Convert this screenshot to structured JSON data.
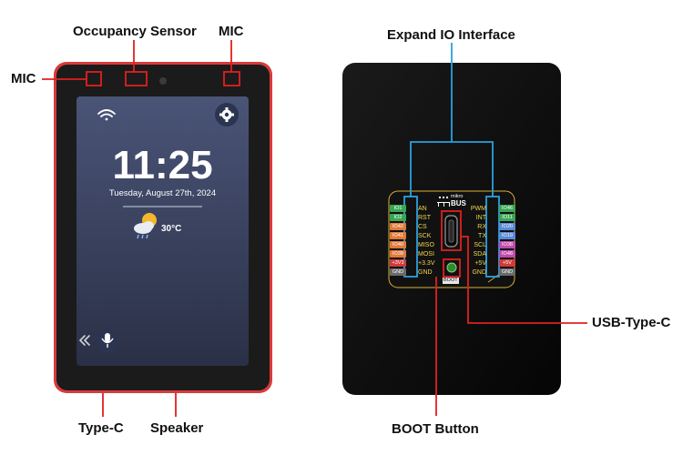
{
  "callouts": {
    "occupancy_sensor": "Occupancy Sensor",
    "mic_left": "MIC",
    "mic_right": "MIC",
    "type_c": "Type-C",
    "speaker": "Speaker",
    "expand_io": "Expand IO Interface",
    "usb_type_c": "USB-Type-C",
    "boot_button": "BOOT Button"
  },
  "screen": {
    "time": "11:25",
    "date": "Tuesday, August 27th, 2024",
    "temperature": "30°C"
  },
  "board": {
    "logo_top": "mikro",
    "logo_bottom": "BUS",
    "boot_label": "BOOT",
    "left_tags": [
      "IO1",
      "IO2",
      "IO42",
      "IO41",
      "IO40",
      "IO39",
      "+3V3",
      "GND"
    ],
    "left_pins": [
      "AN",
      "RST",
      "CS",
      "SCK",
      "MISO",
      "MOSI",
      "+3.3V",
      "GND"
    ],
    "right_pins": [
      "PWM",
      "INT",
      "RX",
      "TX",
      "SCL",
      "SDA",
      "+5V",
      "GND"
    ],
    "right_tags": [
      "IO46",
      "IO11",
      "IO20",
      "IO19",
      "IO38",
      "IO48",
      "+5V",
      "GND"
    ]
  },
  "colors": {
    "frame_red": "#d83a3a",
    "callout_red": "#e02020",
    "callout_blue": "#2aa0e0",
    "pin_yellow": "#f3d64a"
  }
}
